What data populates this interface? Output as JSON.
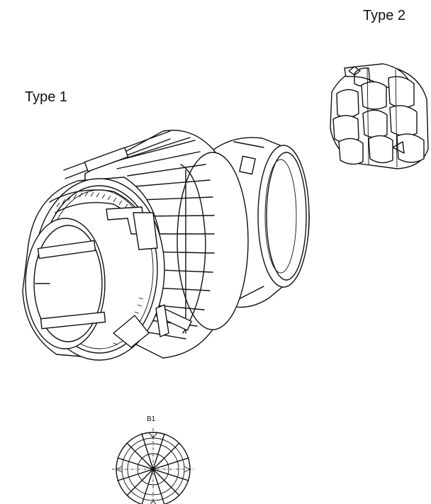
{
  "labels": {
    "type1": "Type 1",
    "type2": "Type 2",
    "pin_view": "B1"
  }
}
